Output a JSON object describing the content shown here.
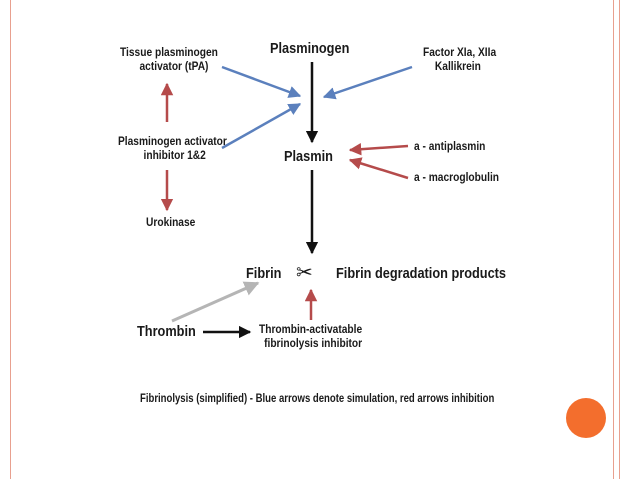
{
  "nodes": {
    "plasminogen": "Plasminogen",
    "tpa_line1": "Tissue plasminogen",
    "tpa_line2": "activator (tPA)",
    "factor_line1": "Factor XIa, XIIa",
    "factor_line2": "Kallikrein",
    "pai_line1": "Plasminogen activator",
    "pai_line2": "inhibitor 1&2",
    "plasmin": "Plasmin",
    "antiplasmin": "a - antiplasmin",
    "macroglobulin": "a - macroglobulin",
    "urokinase": "Urokinase",
    "fibrin": "Fibrin",
    "fdp": "Fibrin degradation products",
    "thrombin": "Thrombin",
    "tafi_line1": "Thrombin-activatable",
    "tafi_line2": "fibrinolysis  inhibitor"
  },
  "icons": {
    "scissors": "✂"
  },
  "caption": "Fibrinolysis (simplified) - Blue arrows denote simulation, red arrows inhibition",
  "colors": {
    "blue_arrow": "#5b80bd",
    "red_arrow": "#b54b4b",
    "black_arrow": "#111111",
    "gray_arrow": "#b5b5b5",
    "accent_dot": "#f36e2d",
    "frame_rule": "#e8a08f"
  }
}
